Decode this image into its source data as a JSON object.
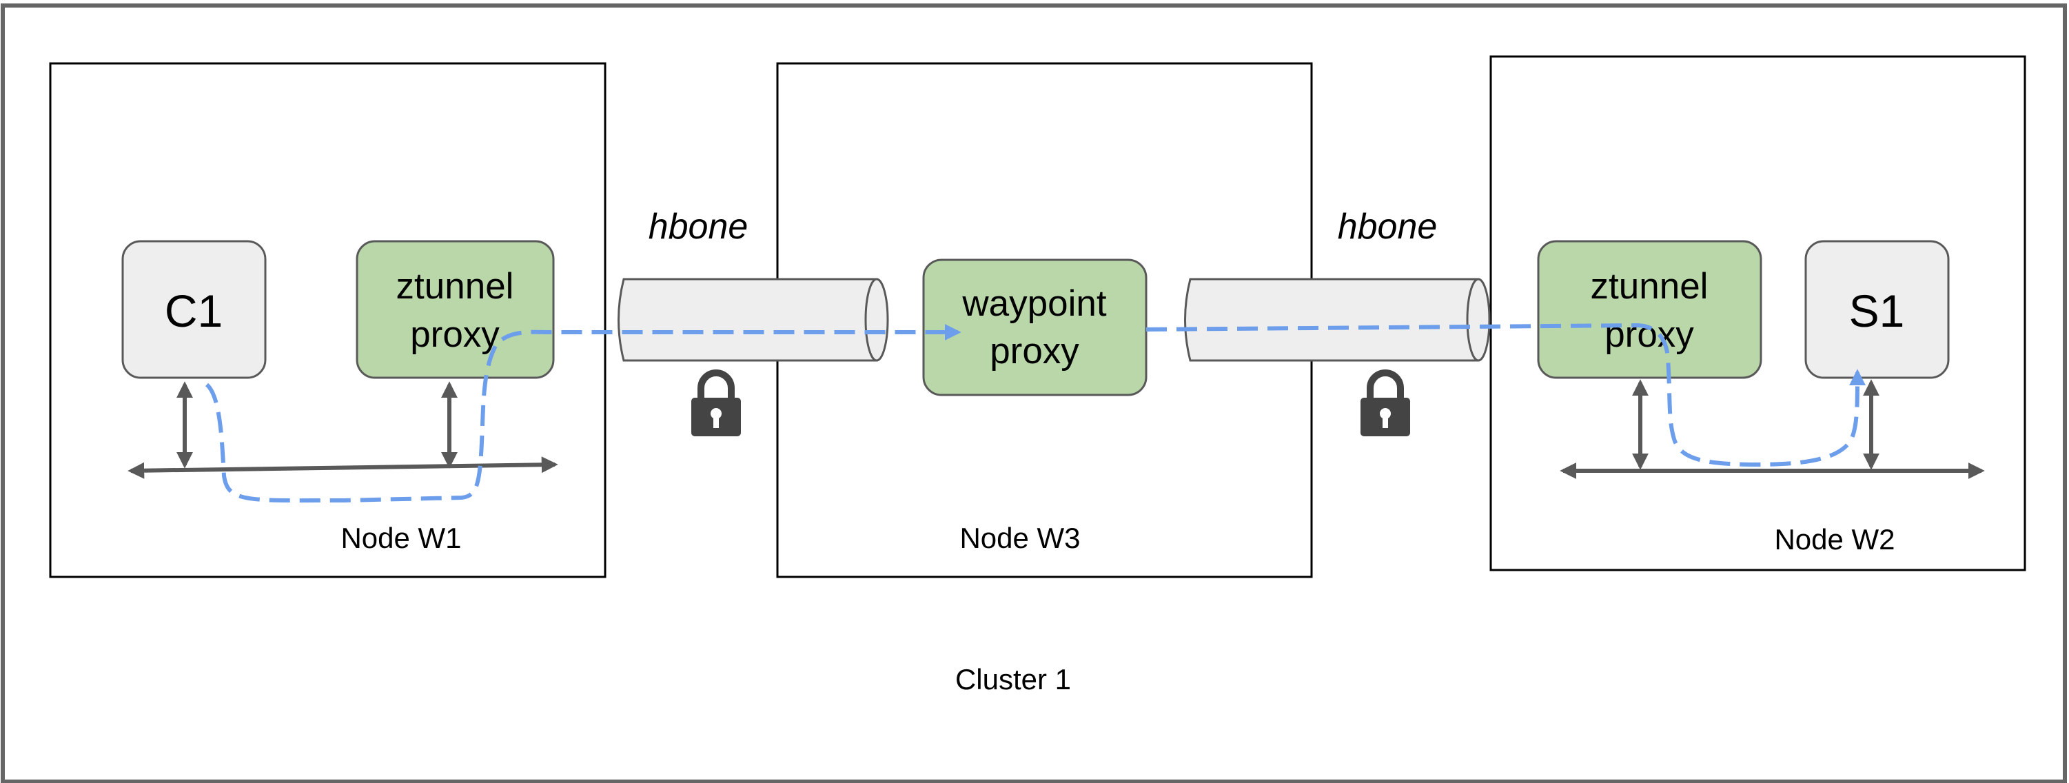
{
  "cluster": {
    "label": "Cluster 1"
  },
  "nodes": {
    "w1": {
      "label": "Node W1"
    },
    "w3": {
      "label": "Node W3"
    },
    "w2": {
      "label": "Node W2"
    }
  },
  "components": {
    "c1": {
      "label": "C1"
    },
    "s1": {
      "label": "S1"
    },
    "ztunnel_w1": {
      "line1": "ztunnel",
      "line2": "proxy"
    },
    "waypoint": {
      "line1": "waypoint",
      "line2": "proxy"
    },
    "ztunnel_w2": {
      "line1": "ztunnel",
      "line2": "proxy"
    }
  },
  "tunnels": [
    {
      "label": "hbone"
    },
    {
      "label": "hbone"
    }
  ],
  "icons": [
    "lock-icon",
    "lock-icon"
  ],
  "colors": {
    "app_fill": "#eeeeee",
    "proxy_fill": "#b9d7a8",
    "traffic_path": "#6d9eeb",
    "arrow": "#595959",
    "border": "#000000",
    "cluster_border": "#666666"
  }
}
